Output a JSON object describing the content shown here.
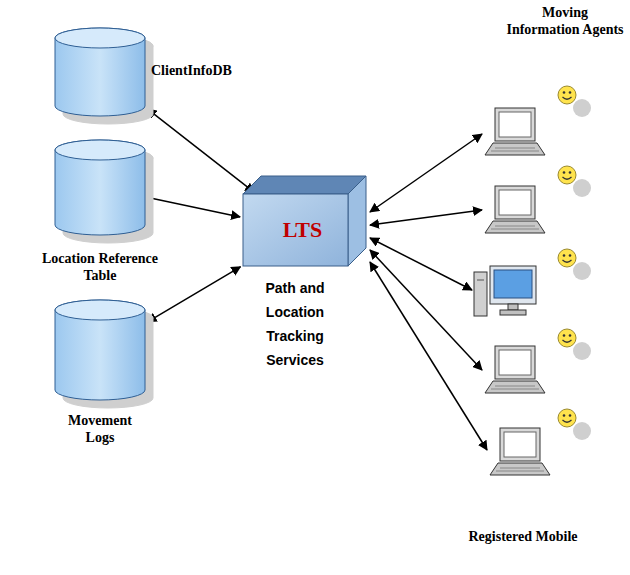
{
  "diagram": {
    "nodes": [
      {
        "text": [
          "ClientInfoDB"
        ]
      },
      {
        "text": [
          "Location Reference Table"
        ]
      },
      {
        "text": [
          "Movement Logs"
        ]
      },
      {
        "text": [
          "LTS",
          "Path and Location Tracking Services"
        ]
      }
    ],
    "edges": [
      {
        "from": 0,
        "to": 3,
        "arrow": "both"
      },
      {
        "from": 1,
        "to": 3,
        "arrow": "to"
      },
      {
        "from": 2,
        "to": 3,
        "arrow": "both"
      }
    ],
    "labels": [
      "Moving Information Agents",
      "Registered Mobile"
    ]
  }
}
